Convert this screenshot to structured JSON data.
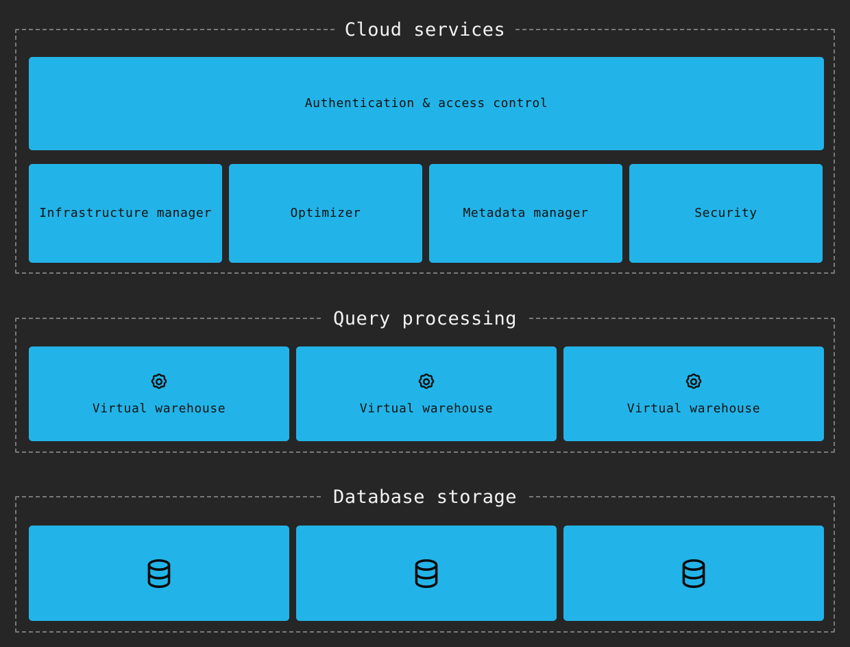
{
  "diagram": {
    "background_color": "#262626",
    "node_color": "#22b4e8",
    "border_color": "#7a7a7a",
    "title_color": "#f2f2f2",
    "label_color": "#121212"
  },
  "sections": [
    {
      "id": "cloud-services",
      "title": "Cloud services",
      "nodes": [
        {
          "id": "auth",
          "label": "Authentication & access control",
          "icon": ""
        },
        {
          "id": "infra",
          "label": "Infrastructure manager",
          "icon": ""
        },
        {
          "id": "optimizer",
          "label": "Optimizer",
          "icon": ""
        },
        {
          "id": "metadata",
          "label": "Metadata manager",
          "icon": ""
        },
        {
          "id": "security",
          "label": "Security",
          "icon": ""
        }
      ]
    },
    {
      "id": "query-processing",
      "title": "Query processing",
      "nodes": [
        {
          "id": "vw-1",
          "label": "Virtual warehouse",
          "icon": "gear-icon"
        },
        {
          "id": "vw-2",
          "label": "Virtual warehouse",
          "icon": "gear-icon"
        },
        {
          "id": "vw-3",
          "label": "Virtual warehouse",
          "icon": "gear-icon"
        }
      ]
    },
    {
      "id": "database-storage",
      "title": "Database storage",
      "nodes": [
        {
          "id": "db-1",
          "label": "",
          "icon": "database-icon"
        },
        {
          "id": "db-2",
          "label": "",
          "icon": "database-icon"
        },
        {
          "id": "db-3",
          "label": "",
          "icon": "database-icon"
        }
      ]
    }
  ]
}
